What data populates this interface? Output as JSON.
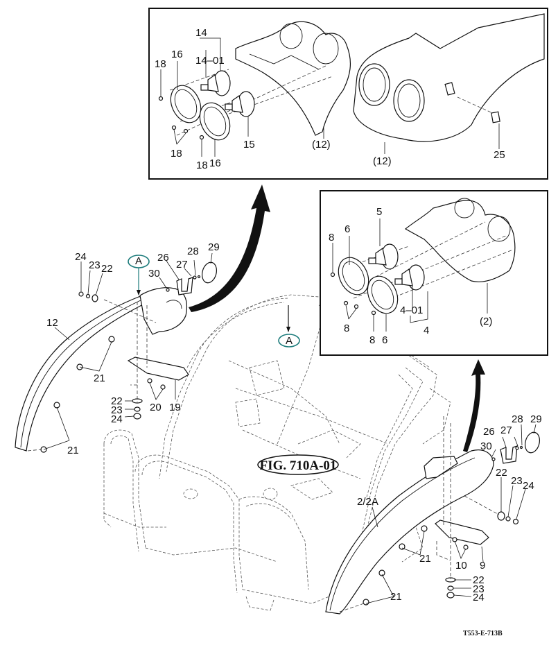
{
  "figure": {
    "title": "FIG. 710A-01",
    "drawing_code": "T553-E-713B",
    "view_marker": "A",
    "accent_color": "#1a7a7a"
  },
  "inset_top": {
    "labels": {
      "p14": "14",
      "p14_01": "14–01",
      "p16a": "16",
      "p16b": "16",
      "p18a": "18",
      "p18b": "18",
      "p18c": "18",
      "p15": "15",
      "p12a": "(12)",
      "p12b": "(12)",
      "p25": "25"
    }
  },
  "inset_right": {
    "labels": {
      "p5": "5",
      "p6a": "6",
      "p6b": "6",
      "p8a": "8",
      "p8b": "8",
      "p8c": "8",
      "p4_01": "4–01",
      "p4": "4",
      "p2": "(2)"
    }
  },
  "left_fender": {
    "labels": {
      "p12": "12",
      "p24a": "24",
      "p23a": "23",
      "p22a": "22",
      "p26": "26",
      "p27": "27",
      "p28": "28",
      "p29": "29",
      "p30": "30",
      "p21a": "21",
      "p21b": "21",
      "p22b": "22",
      "p23b": "23",
      "p24b": "24",
      "p20": "20",
      "p19": "19"
    }
  },
  "right_fender": {
    "labels": {
      "p2_2a": "2/2A",
      "p26": "26",
      "p27": "27",
      "p28": "28",
      "p29": "29",
      "p30": "30",
      "p22a": "22",
      "p23a": "23",
      "p24a": "24",
      "p21a": "21",
      "p21b": "21",
      "p10": "10",
      "p9": "9",
      "p22b": "22",
      "p23b": "23",
      "p24b": "24"
    }
  }
}
